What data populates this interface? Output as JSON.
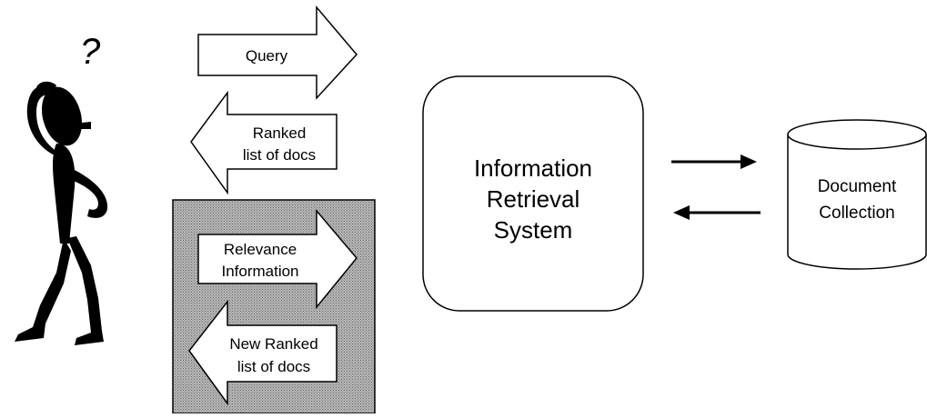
{
  "diagram": {
    "user_figure": {
      "question_mark": "?"
    },
    "arrows": {
      "query": [
        "Query"
      ],
      "ranked_list": [
        "Ranked",
        "list of docs"
      ],
      "relevance_information": [
        "Relevance",
        "Information"
      ],
      "new_ranked_list": [
        "New Ranked",
        "list of docs"
      ]
    },
    "ir_system": {
      "lines": [
        "Information",
        "Retrieval",
        "System"
      ]
    },
    "document_collection": {
      "lines": [
        "Document",
        "Collection"
      ]
    },
    "colors": {
      "feedback_panel": "#a9a9a9",
      "stroke": "#000000",
      "arrow_fill": "#ffffff"
    }
  }
}
